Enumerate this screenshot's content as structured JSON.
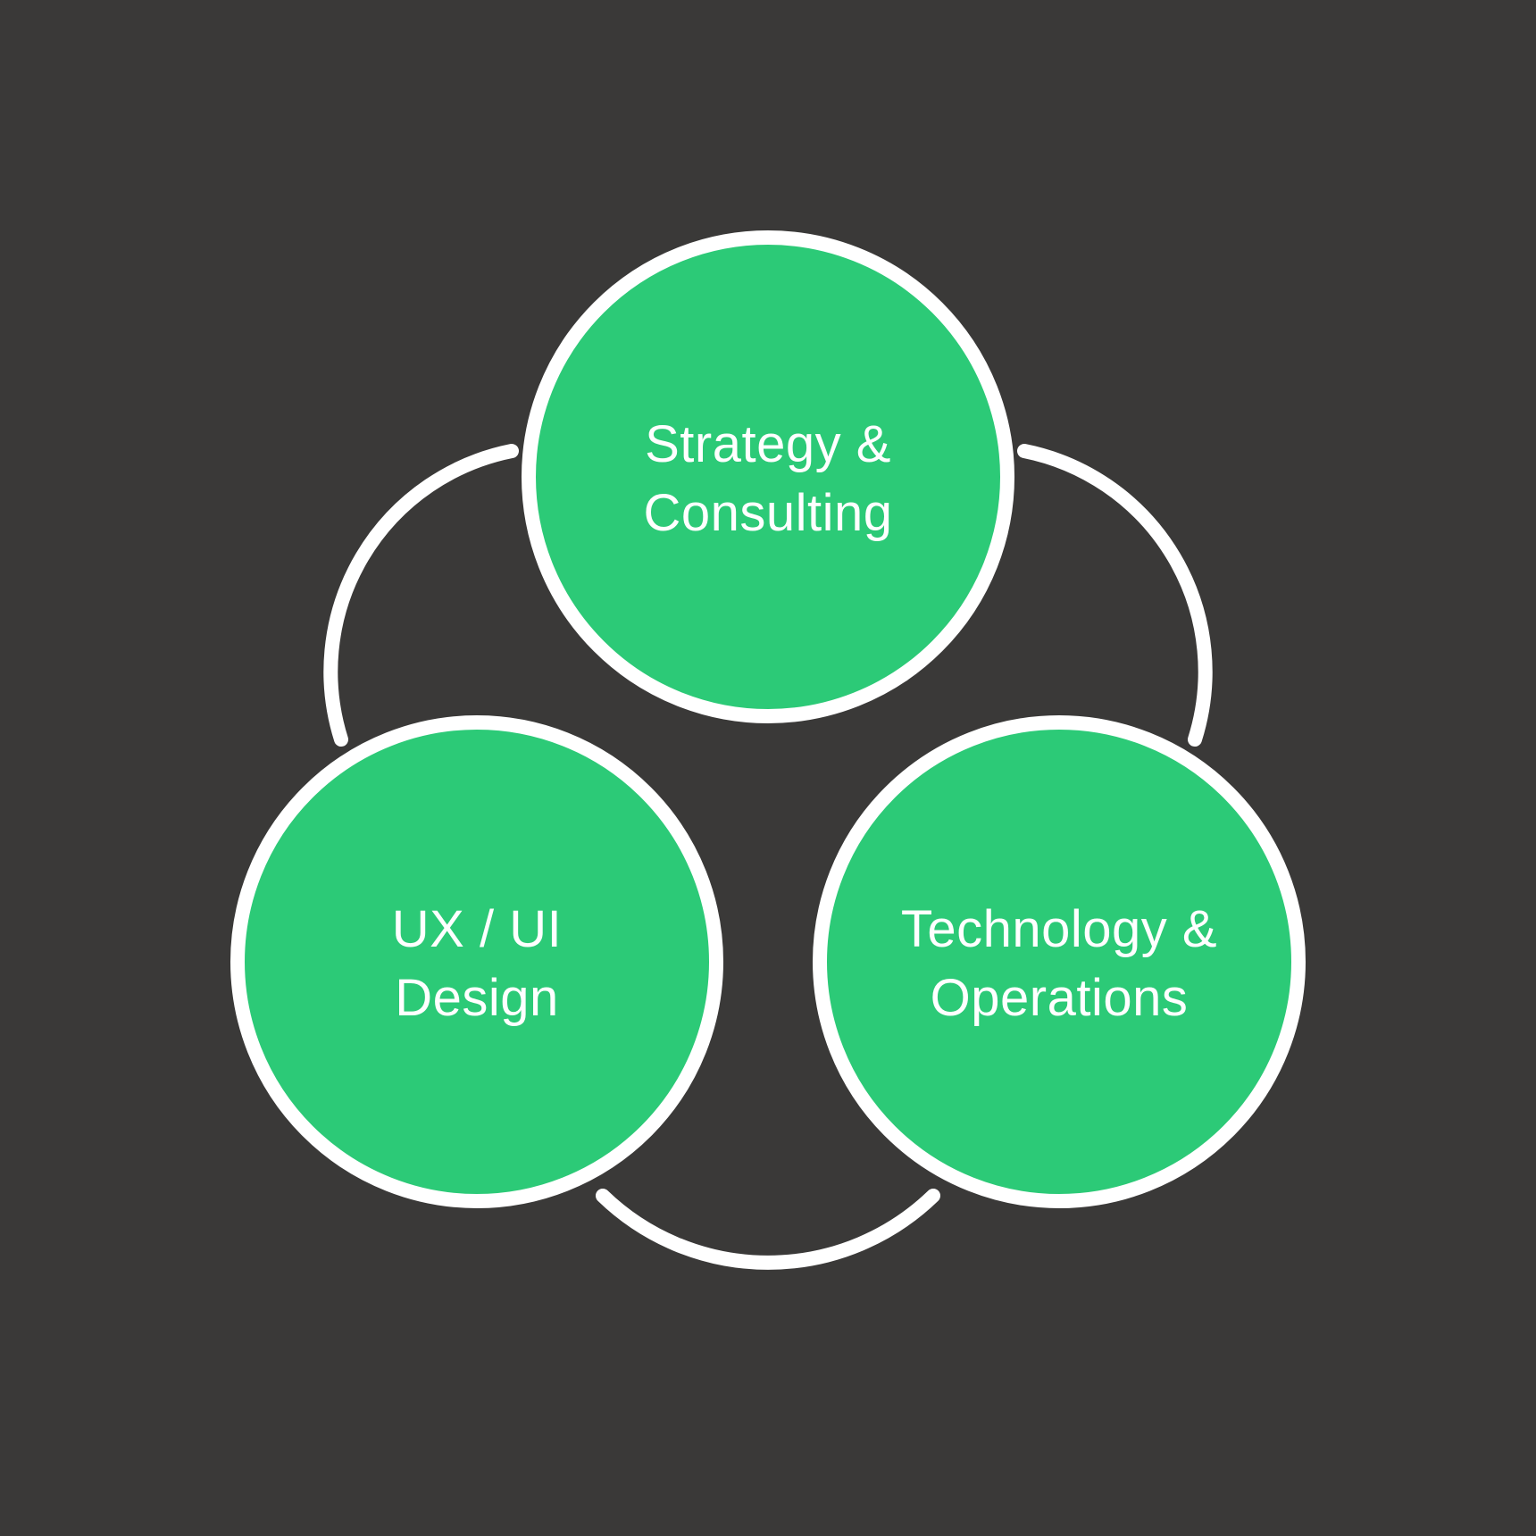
{
  "colors": {
    "background": "#3A3938",
    "circle_fill": "#2CCA77",
    "circle_stroke": "#FFFFFF",
    "ring_stroke": "#FFFFFF",
    "text": "#FFFFFF"
  },
  "diagram": {
    "type": "three-circle cycle diagram",
    "circles": [
      {
        "id": "strategy-consulting",
        "position": "top",
        "line1": "Strategy &",
        "line2": "Consulting"
      },
      {
        "id": "ux-ui-design",
        "position": "bottom-left",
        "line1": "UX / UI",
        "line2": "Design"
      },
      {
        "id": "technology-operations",
        "position": "bottom-right",
        "line1": "Technology &",
        "line2": "Operations"
      }
    ]
  }
}
